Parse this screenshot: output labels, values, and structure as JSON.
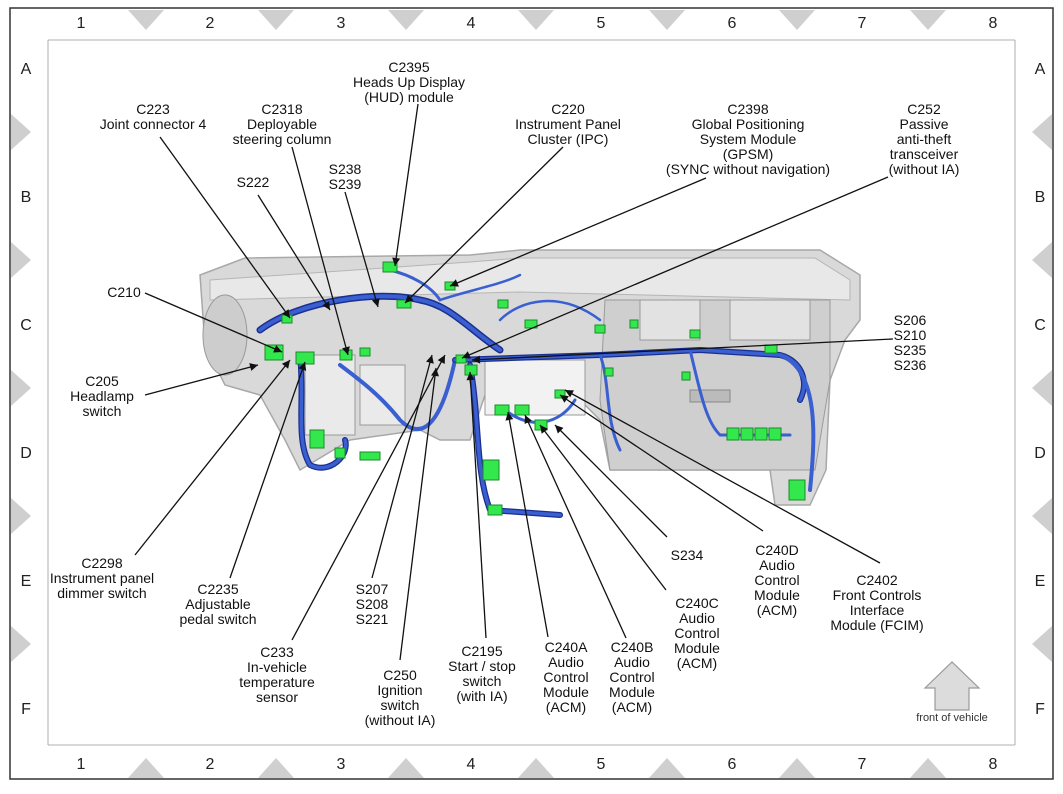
{
  "columns": [
    "1",
    "2",
    "3",
    "4",
    "5",
    "6",
    "7",
    "8"
  ],
  "rows": [
    "A",
    "B",
    "C",
    "D",
    "E",
    "F"
  ],
  "colors": {
    "border": "#333333",
    "marker": "#cfcfcf",
    "harness": "#3a5fd0",
    "harness_dark": "#1a2f8f",
    "connector": "#33e84d",
    "panel": "#d9d9d9",
    "panel_dark": "#a8a8a8"
  },
  "callouts": [
    {
      "id": "C223",
      "lines": [
        "C223",
        "Joint connector 4"
      ]
    },
    {
      "id": "C2318",
      "lines": [
        "C2318",
        "Deployable",
        "steering column"
      ]
    },
    {
      "id": "C2395",
      "lines": [
        "C2395",
        "Heads Up Display",
        "(HUD) module"
      ]
    },
    {
      "id": "S238",
      "lines": [
        "S238",
        "S239"
      ]
    },
    {
      "id": "S222",
      "lines": [
        "S222"
      ]
    },
    {
      "id": "C220",
      "lines": [
        "C220",
        "Instrument Panel",
        "Cluster (IPC)"
      ]
    },
    {
      "id": "C2398",
      "lines": [
        "C2398",
        "Global Positioning",
        "System Module",
        "(GPSM)",
        "(SYNC without navigation)"
      ]
    },
    {
      "id": "C252",
      "lines": [
        "C252",
        "Passive",
        "anti-theft",
        "transceiver",
        "(without IA)"
      ]
    },
    {
      "id": "C210",
      "lines": [
        "C210"
      ]
    },
    {
      "id": "S206",
      "lines": [
        "S206",
        "S210",
        "S235",
        "S236"
      ]
    },
    {
      "id": "C205",
      "lines": [
        "C205",
        "Headlamp",
        "switch"
      ]
    },
    {
      "id": "C2298",
      "lines": [
        "C2298",
        "Instrument panel",
        "dimmer switch"
      ]
    },
    {
      "id": "C2235",
      "lines": [
        "C2235",
        "Adjustable",
        "pedal switch"
      ]
    },
    {
      "id": "C233",
      "lines": [
        "C233",
        "In-vehicle",
        "temperature",
        "sensor"
      ]
    },
    {
      "id": "S207",
      "lines": [
        "S207",
        "S208",
        "S221"
      ]
    },
    {
      "id": "C250",
      "lines": [
        "C250",
        "Ignition",
        "switch",
        "(without IA)"
      ]
    },
    {
      "id": "C2195",
      "lines": [
        "C2195",
        "Start / stop",
        "switch",
        "(with IA)"
      ]
    },
    {
      "id": "C240A",
      "lines": [
        "C240A",
        "Audio",
        "Control",
        "Module",
        "(ACM)"
      ]
    },
    {
      "id": "C240B",
      "lines": [
        "C240B",
        "Audio",
        "Control",
        "Module",
        "(ACM)"
      ]
    },
    {
      "id": "C240C",
      "lines": [
        "C240C",
        "Audio",
        "Control",
        "Module",
        "(ACM)"
      ]
    },
    {
      "id": "S234",
      "lines": [
        "S234"
      ]
    },
    {
      "id": "C240D",
      "lines": [
        "C240D",
        "Audio",
        "Control",
        "Module",
        "(ACM)"
      ]
    },
    {
      "id": "C2402",
      "lines": [
        "C2402",
        "Front Controls",
        "Interface",
        "Module (FCIM)"
      ]
    }
  ],
  "front_label": "front of vehicle",
  "front_icon": "up-arrow-icon"
}
